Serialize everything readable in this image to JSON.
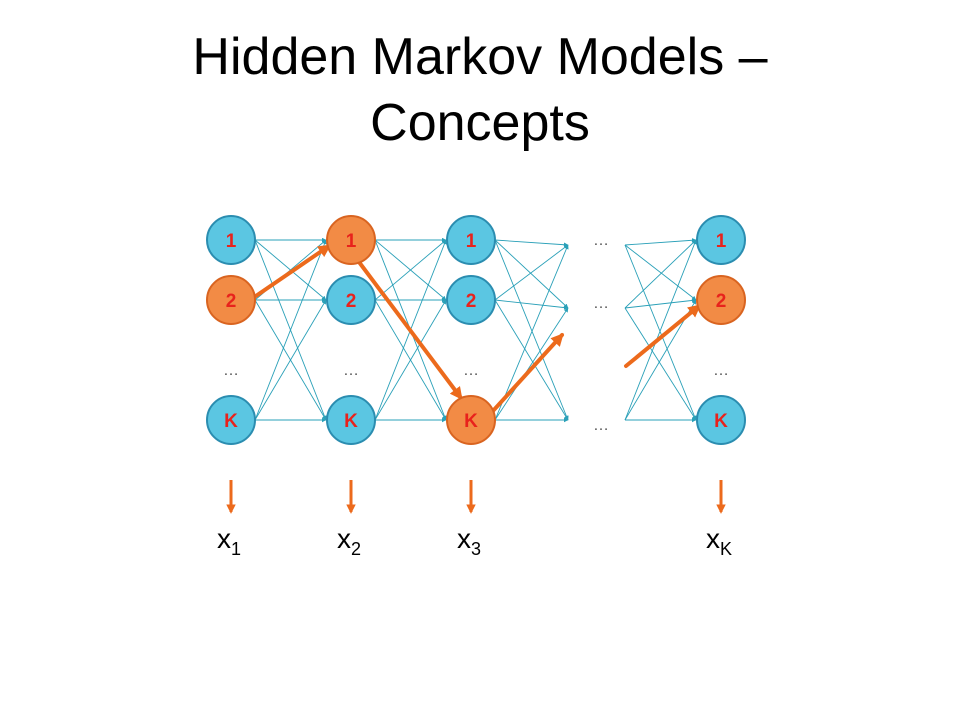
{
  "title": {
    "line1": "Hidden Markov Models –",
    "line2": "Concepts"
  },
  "colors": {
    "state_fill": "#5bc6e2",
    "state_stroke": "#2b8db0",
    "active_fill": "#f28b45",
    "active_stroke": "#d96420",
    "label_red": "#e8221c",
    "edge": "#2aa0b8",
    "path": "#ec6a1c",
    "ellipsis": "#555555"
  },
  "columns": [
    {
      "labels": [
        "1",
        "2",
        "…",
        "K"
      ],
      "active": "2",
      "observation": {
        "base": "x",
        "sub": "1"
      }
    },
    {
      "labels": [
        "1",
        "2",
        "…",
        "K"
      ],
      "active": "1",
      "observation": {
        "base": "x",
        "sub": "2"
      }
    },
    {
      "labels": [
        "1",
        "2",
        "…",
        "K"
      ],
      "active": "K",
      "observation": {
        "base": "x",
        "sub": "3"
      }
    },
    {
      "labels": [
        "…",
        "…",
        "…"
      ]
    },
    {
      "labels": [
        "1",
        "2",
        "…",
        "K"
      ],
      "active": "2",
      "observation": {
        "base": "x",
        "sub": "K"
      }
    }
  ],
  "icons": {
    "transition": "arrow-icon",
    "emission": "down-arrow-icon"
  }
}
